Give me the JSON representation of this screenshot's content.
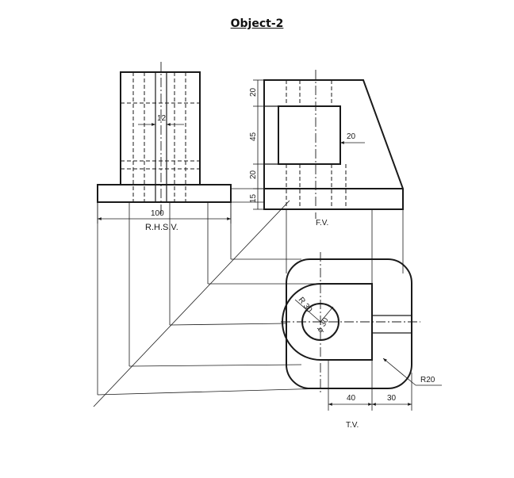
{
  "title": "Object-2",
  "views": {
    "side": "R.H.S.V.",
    "front": "F.V.",
    "top": "T.V."
  },
  "dimensions": {
    "width_12": "12",
    "width_100": "100",
    "height_20_top": "20",
    "height_45": "45",
    "height_20_mid": "20",
    "height_15": "15",
    "depth_20": "20",
    "radius_30": "R 30",
    "dia_30": "ϕ 30",
    "length_40": "40",
    "length_30": "30",
    "radius_20": "R20"
  }
}
